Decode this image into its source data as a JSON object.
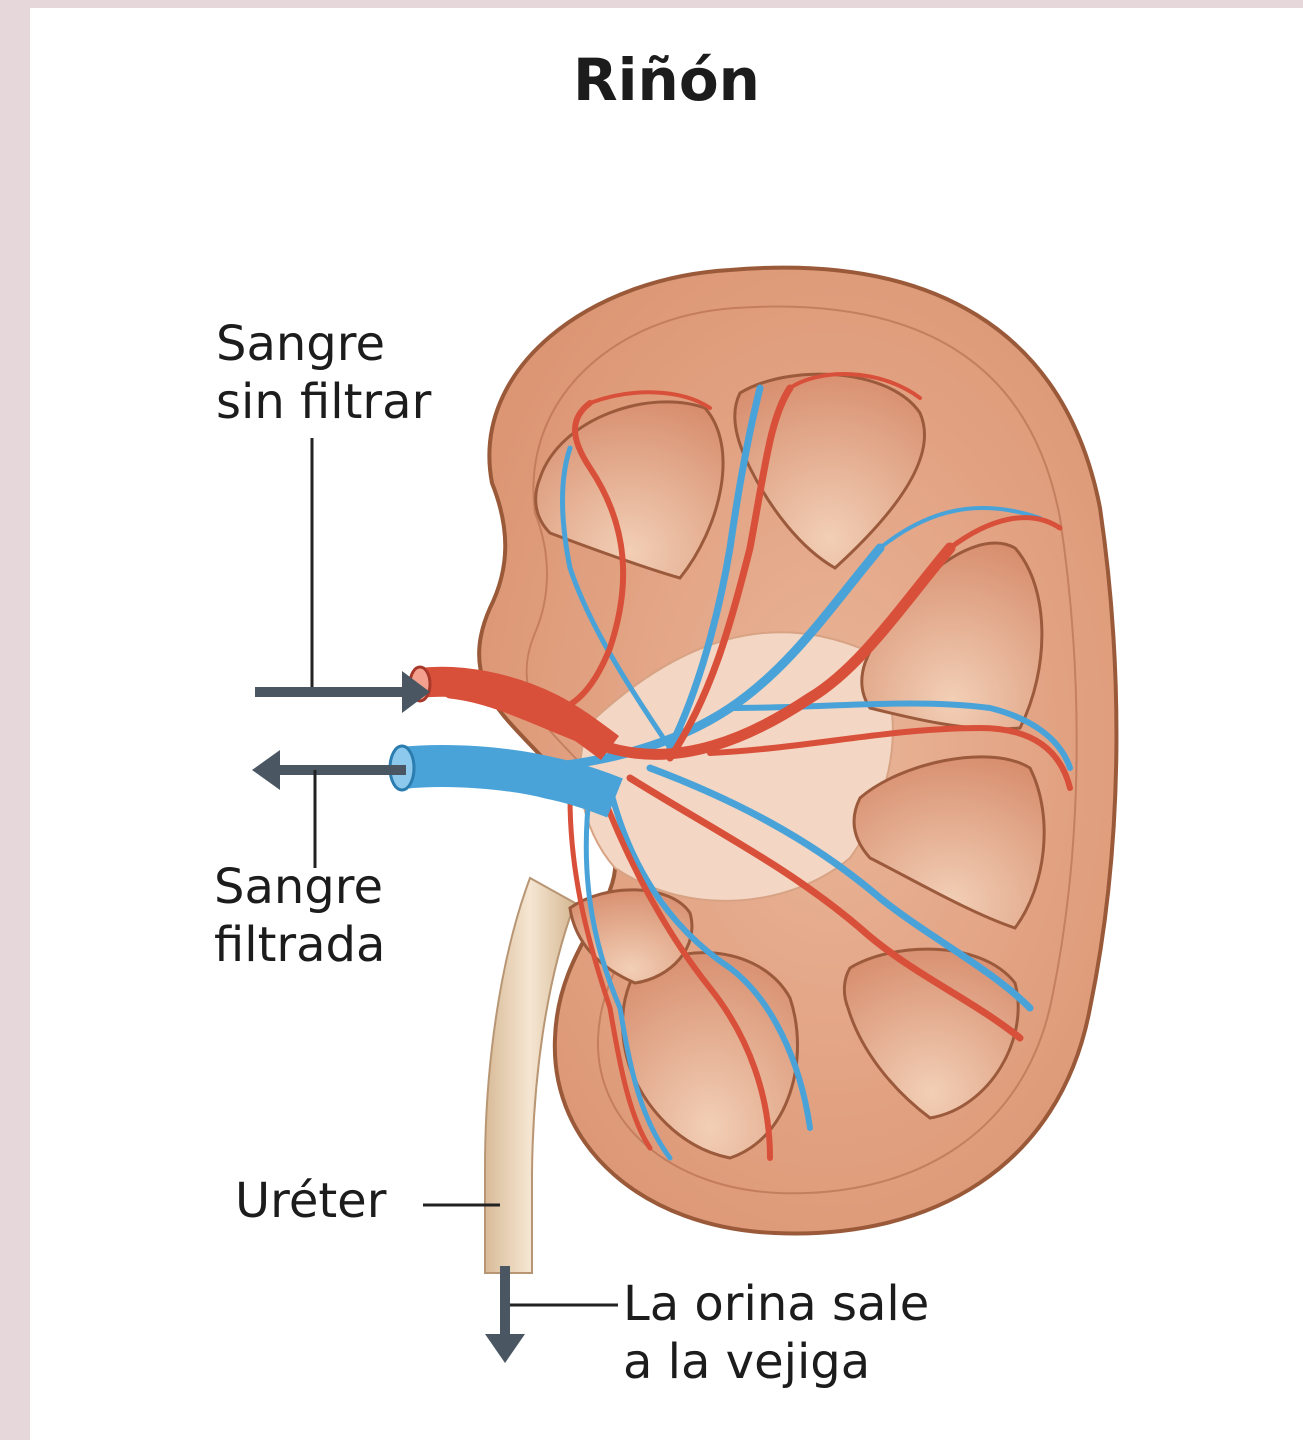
{
  "title": "Riñón",
  "labels": {
    "unfiltered_line1": "Sangre",
    "unfiltered_line2": "sin filtrar",
    "filtered_line1": "Sangre",
    "filtered_line2": "filtrada",
    "ureter": "Uréter",
    "urine_line1": "La orina sale",
    "urine_line2": "a la vejiga"
  },
  "colors": {
    "background": "#e6d8da",
    "panel": "#ffffff",
    "kidney_tissue": "#e7a883",
    "kidney_outline": "#9a5a3a",
    "artery": "#d9503a",
    "vein": "#4aa3d8",
    "ureter": "#ecd7bd",
    "arrow": "#4a5763"
  }
}
